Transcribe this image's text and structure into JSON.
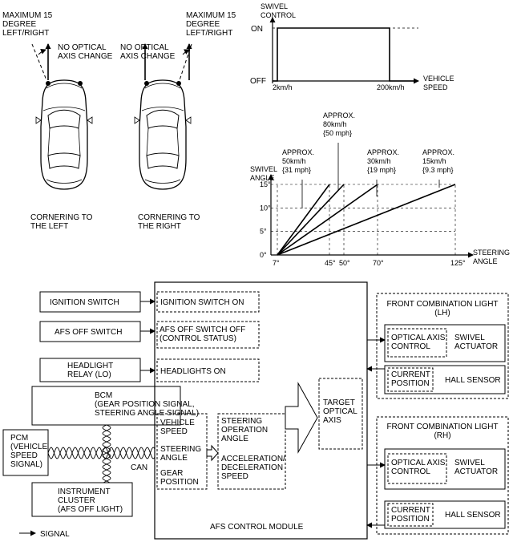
{
  "car_diagrams": {
    "left": {
      "max_label": [
        "MAXIMUM 15",
        "DEGREE",
        "LEFT/RIGHT"
      ],
      "no_change_label": [
        "NO OPTICAL",
        "AXIS CHANGE"
      ],
      "caption": [
        "CORNERING TO",
        "THE LEFT"
      ]
    },
    "right": {
      "max_label": [
        "MAXIMUM 15",
        "DEGREE",
        "LEFT/RIGHT"
      ],
      "no_change_label": [
        "NO OPTICAL",
        "AXIS CHANGE"
      ],
      "caption": [
        "CORNERING TO",
        "THE RIGHT"
      ]
    }
  },
  "chart_data": [
    {
      "type": "line",
      "ylabel": [
        "SWIVEL",
        "CONTROL"
      ],
      "xlabel": [
        "VEHICLE",
        "SPEED"
      ],
      "y_ticks": [
        "OFF",
        "ON"
      ],
      "x_tick_labels": [
        "2km/h",
        "200km/h"
      ],
      "x": [
        0,
        2,
        2,
        200,
        200,
        220
      ],
      "values": [
        0,
        0,
        1,
        1,
        0,
        0
      ],
      "units": "km/h"
    },
    {
      "type": "line",
      "ylabel": [
        "SWIVEL",
        "ANGLE"
      ],
      "xlabel": [
        "STEERING",
        "ANGLE"
      ],
      "y_tick_labels": [
        "0°",
        "5°",
        "10°",
        "15°"
      ],
      "x_tick_labels": [
        "7°",
        "45°",
        "50°",
        "70°",
        "125°"
      ],
      "ylim": [
        0,
        15
      ],
      "series": [
        {
          "name": "APPROX. 50km/h {31 mph}",
          "label_lines": [
            "APPROX.",
            "50km/h",
            "{31 mph}"
          ],
          "x": [
            7,
            45
          ],
          "values": [
            0,
            15
          ]
        },
        {
          "name": "APPROX. 80km/h {50 mph}",
          "label_lines": [
            "APPROX.",
            "80km/h",
            "{50 mph}"
          ],
          "x": [
            7,
            50
          ],
          "values": [
            0,
            15
          ]
        },
        {
          "name": "APPROX. 30km/h {19 mph}",
          "label_lines": [
            "APPROX.",
            "30km/h",
            "{19 mph}"
          ],
          "x": [
            7,
            70
          ],
          "values": [
            0,
            15
          ]
        },
        {
          "name": "APPROX. 15km/h {9.3 mph}",
          "label_lines": [
            "APPROX.",
            "15km/h",
            "{9.3 mph}"
          ],
          "x": [
            7,
            125
          ],
          "values": [
            0,
            15
          ]
        }
      ]
    }
  ],
  "block_diagram": {
    "inputs": {
      "ignition_switch": "IGNITION SWITCH",
      "afs_off_switch": "AFS OFF SWITCH",
      "headlight_relay": [
        "HEADLIGHT",
        "RELAY (LO)"
      ],
      "bcm": [
        "BCM",
        "(GEAR POSITION SIGNAL,",
        "STEERING ANGLE SIGNAL)"
      ],
      "pcm": [
        "PCM",
        "(VEHICLE",
        "SPEED",
        "SIGNAL)"
      ],
      "instrument_cluster": [
        "INSTRUMENT",
        "CLUSTER",
        "(AFS OFF LIGHT)"
      ]
    },
    "can_label": "CAN",
    "module": {
      "title": "AFS CONTROL MODULE",
      "ignition_on": "IGNITION SWITCH ON",
      "afs_off": [
        "AFS OFF SWITCH OFF",
        "(CONTROL STATUS)"
      ],
      "headlights_on": "HEADLIGHTS ON",
      "signals": [
        "VEHICLE",
        "SPEED",
        "STEERING",
        "ANGLE",
        "GEAR",
        "POSITION"
      ],
      "steering_operation": [
        "STEERING",
        "OPERATION",
        "ANGLE"
      ],
      "accel_decel": [
        "ACCELERATION/",
        "DECELERATION",
        "SPEED"
      ],
      "target": [
        "TARGET",
        "OPTICAL",
        "AXIS"
      ]
    },
    "lights": {
      "lh": {
        "title": [
          "FRONT COMBINATION LIGHT",
          "(LH)"
        ],
        "optical_axis_control": [
          "OPTICAL AXIS",
          "CONTROL"
        ],
        "swivel_actuator": [
          "SWIVEL",
          "ACTUATOR"
        ],
        "current_position": [
          "CURRENT",
          "POSITION"
        ],
        "hall_sensor": "HALL SENSOR"
      },
      "rh": {
        "title": [
          "FRONT COMBINATION LIGHT",
          "(RH)"
        ],
        "optical_axis_control": [
          "OPTICAL AXIS",
          "CONTROL"
        ],
        "swivel_actuator": [
          "SWIVEL",
          "ACTUATOR"
        ],
        "current_position": [
          "CURRENT",
          "POSITION"
        ],
        "hall_sensor": "HALL SENSOR"
      }
    },
    "legend": "SIGNAL"
  }
}
